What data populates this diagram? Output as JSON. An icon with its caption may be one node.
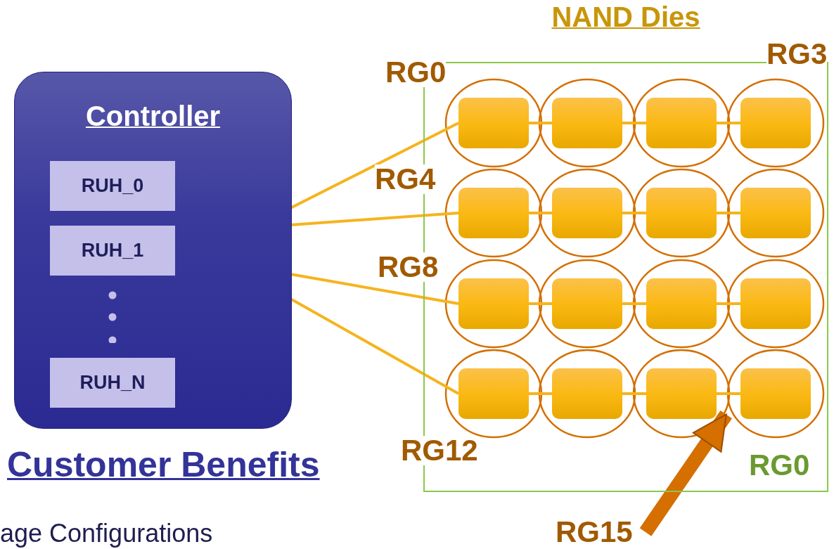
{
  "diagram": {
    "nodes": [
      {
        "text": [
          "Controller"
        ]
      },
      {
        "text": [
          "RUH_0"
        ],
        "in": 0
      },
      {
        "text": [
          "RUH_1"
        ],
        "in": 0
      },
      {
        "text": [
          "RUH_N"
        ],
        "in": 0
      },
      {
        "text": [
          "NAND Dies"
        ]
      },
      {
        "text": [],
        "shape": "box",
        "in": 4
      },
      {
        "text": [],
        "shape": "box",
        "in": 4
      },
      {
        "text": [],
        "shape": "box",
        "in": 4
      },
      {
        "text": [],
        "shape": "box",
        "in": 4
      },
      {
        "text": [],
        "shape": "box",
        "in": 4
      },
      {
        "text": [],
        "shape": "box",
        "in": 4
      },
      {
        "text": [],
        "shape": "box",
        "in": 4
      },
      {
        "text": [],
        "shape": "box",
        "in": 4
      },
      {
        "text": [],
        "shape": "box",
        "in": 4
      },
      {
        "text": [],
        "shape": "box",
        "in": 4
      },
      {
        "text": [],
        "shape": "box",
        "in": 4
      },
      {
        "text": [],
        "shape": "box",
        "in": 4
      },
      {
        "text": [],
        "shape": "box",
        "in": 4
      },
      {
        "text": [],
        "shape": "box",
        "in": 4
      },
      {
        "text": [],
        "shape": "box",
        "in": 4
      },
      {
        "text": [],
        "shape": "box",
        "in": 4
      },
      {
        "text": [
          "RG15"
        ]
      }
    ],
    "edges": [
      {
        "from": 0,
        "to": 5,
        "arrow": "none"
      },
      {
        "from": 0,
        "to": 9,
        "arrow": "none"
      },
      {
        "from": 0,
        "to": 13,
        "arrow": "none"
      },
      {
        "from": 0,
        "to": 17,
        "arrow": "none"
      },
      {
        "from": 5,
        "to": 6,
        "arrow": "none"
      },
      {
        "from": 6,
        "to": 7,
        "arrow": "none"
      },
      {
        "from": 7,
        "to": 8,
        "arrow": "none"
      },
      {
        "from": 9,
        "to": 10,
        "arrow": "none"
      },
      {
        "from": 10,
        "to": 11,
        "arrow": "none"
      },
      {
        "from": 11,
        "to": 12,
        "arrow": "none"
      },
      {
        "from": 13,
        "to": 14,
        "arrow": "none"
      },
      {
        "from": 14,
        "to": 15,
        "arrow": "none"
      },
      {
        "from": 15,
        "to": 16,
        "arrow": "none"
      },
      {
        "from": 17,
        "to": 18,
        "arrow": "none"
      },
      {
        "from": 18,
        "to": 19,
        "arrow": "none"
      },
      {
        "from": 19,
        "to": 20,
        "arrow": "none"
      },
      {
        "from": 21,
        "to": 20,
        "arrow": "to",
        "style": "thick",
        "color": "#d46f00"
      }
    ],
    "labels": [
      "RG0",
      "RG3",
      "RG4",
      "RG8",
      "RG12",
      "RG0",
      "Customer Benefits",
      "age Configurations"
    ]
  }
}
